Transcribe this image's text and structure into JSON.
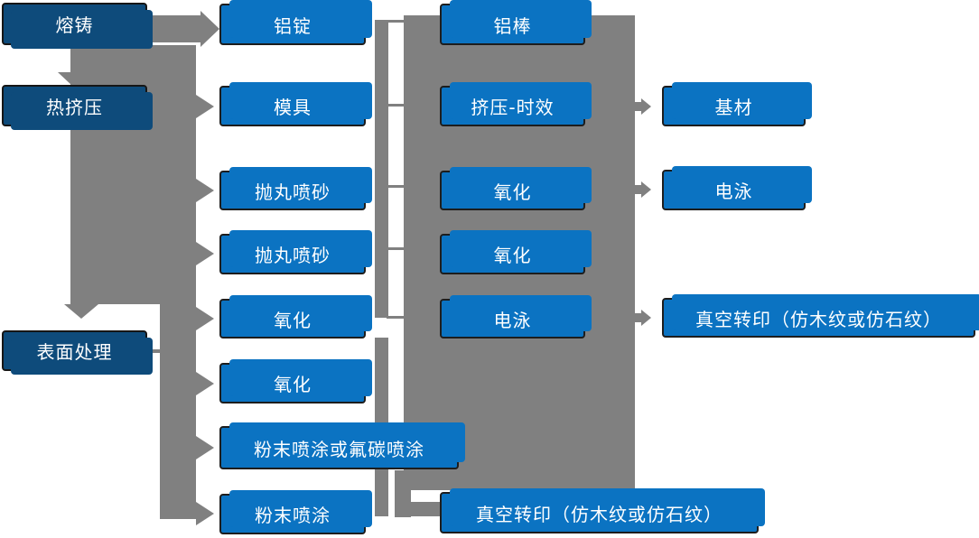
{
  "diagram": {
    "description": "Aluminium profile production process flowchart",
    "colors": {
      "node_fill": "#0B73C2",
      "node_fill_dark": "#0E4B7B",
      "node_border": "#1D1D1D",
      "node_text": "#FFFFFF",
      "connector": "#808080",
      "background": "#FFFFFF"
    },
    "nodes": {
      "melt_cast": "熔铸",
      "hot_extrusion": "热挤压",
      "surface_treatment": "表面处理",
      "al_ingot": "铝锭",
      "mold": "模具",
      "shot_blast_1": "抛丸喷砂",
      "shot_blast_2": "抛丸喷砂",
      "oxidation_1": "氧化",
      "oxidation_2": "氧化",
      "powder_or_fluorocarbon": "粉末喷涂或氟碳喷涂",
      "powder_coating": "粉末喷涂",
      "al_rod": "铝棒",
      "extrusion_aging": "挤压-时效",
      "oxidation_3": "氧化",
      "oxidation_4": "氧化",
      "electrophoresis_1": "电泳",
      "vacuum_transfer_1": "真空转印（仿木纹或仿石纹）",
      "base_material": "基材",
      "electrophoresis_2": "电泳",
      "vacuum_transfer_2": "真空转印（仿木纹或仿石纹）"
    },
    "edges": [
      {
        "from": "melt_cast",
        "to": "al_ingot"
      },
      {
        "from": "melt_cast",
        "to": "hot_extrusion"
      },
      {
        "from": "hot_extrusion",
        "to": "mold"
      },
      {
        "from": "hot_extrusion",
        "to": "shot_blast_1"
      },
      {
        "from": "hot_extrusion",
        "to": "shot_blast_2"
      },
      {
        "from": "hot_extrusion",
        "to": "oxidation_1"
      },
      {
        "from": "hot_extrusion",
        "to": "surface_treatment"
      },
      {
        "from": "surface_treatment",
        "to": "oxidation_2"
      },
      {
        "from": "surface_treatment",
        "to": "powder_or_fluorocarbon"
      },
      {
        "from": "surface_treatment",
        "to": "powder_coating"
      },
      {
        "from": "al_ingot",
        "to": "al_rod"
      },
      {
        "from": "mold",
        "to": "extrusion_aging"
      },
      {
        "from": "shot_blast_1",
        "to": "oxidation_3"
      },
      {
        "from": "shot_blast_2",
        "to": "oxidation_4"
      },
      {
        "from": "oxidation_1",
        "to": "electrophoresis_1"
      },
      {
        "from": "powder_coating",
        "to": "vacuum_transfer_1"
      },
      {
        "from": "extrusion_aging",
        "to": "base_material"
      },
      {
        "from": "oxidation_3",
        "to": "electrophoresis_2"
      },
      {
        "from": "electrophoresis_1",
        "to": "vacuum_transfer_2"
      }
    ]
  }
}
